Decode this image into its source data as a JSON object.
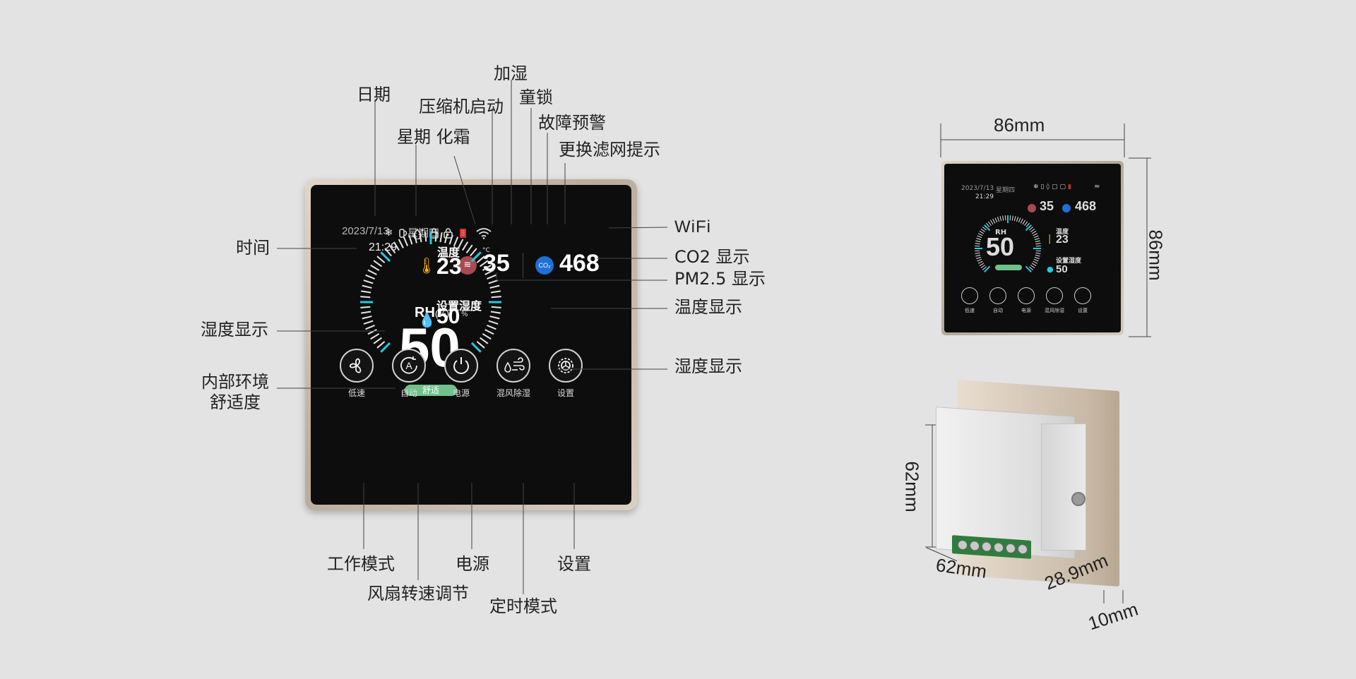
{
  "callouts": {
    "date": "日期",
    "weekday_defrost": "星期  化霜",
    "compressor": "压缩机启动",
    "humidify": "加湿",
    "child_lock": "童锁",
    "fault_warning": "故障预警",
    "filter_replace": "更换滤网提示",
    "wifi": "WiFi",
    "co2_display": "CO2 显示",
    "pm25_display": "PM2.5 显示",
    "temp_display": "温度显示",
    "hum_display_right": "湿度显示",
    "time": "时间",
    "hum_display_left": "湿度显示",
    "comfort": "内部环境\n舒适度",
    "work_mode": "工作模式",
    "fan_speed": "风扇转速调节",
    "power": "电源",
    "timer_mode": "定时模式",
    "settings": "设置"
  },
  "screen": {
    "date": "2023/7/13",
    "weekday": "星期四",
    "time": "21:29",
    "status_icons": [
      "defrost-icon",
      "compressor-icon",
      "humidify-icon",
      "child-lock-icon",
      "fault-warning-icon",
      "filter-replace-icon",
      "wifi-icon"
    ],
    "pm25": "35",
    "co2": "468",
    "co2_badge": "CO₂",
    "rh_label": "RH",
    "rh_unit": "(%)",
    "humidity": "50",
    "comfort": "舒适",
    "temp_label": "温度",
    "temp_unit": "°C",
    "temperature": "23",
    "set_hum_label": "设置湿度",
    "set_humidity": "50",
    "set_hum_unit": "%",
    "buttons": [
      {
        "label": "低速",
        "icon": "fan-icon"
      },
      {
        "label": "自动",
        "icon": "auto-mode-icon"
      },
      {
        "label": "电源",
        "icon": "power-icon"
      },
      {
        "label": "混风除湿",
        "icon": "mixed-air-dehumidify-icon"
      },
      {
        "label": "设置",
        "icon": "settings-gear-icon"
      }
    ]
  },
  "dimensions": {
    "width": "86mm",
    "height": "86mm",
    "back_height": "62mm",
    "back_width": "62mm",
    "back_depth": "28.9mm",
    "frame_depth": "10mm"
  },
  "colors": {
    "background": "#e3e3e3",
    "screen": "#0d0d0d",
    "pm_badge": "#a84a52",
    "co2_badge": "#1f6fd6",
    "comfort_badge": "#6ec28a",
    "accent_cyan": "#1ecbe1",
    "thermometer": "#f2b01e"
  }
}
